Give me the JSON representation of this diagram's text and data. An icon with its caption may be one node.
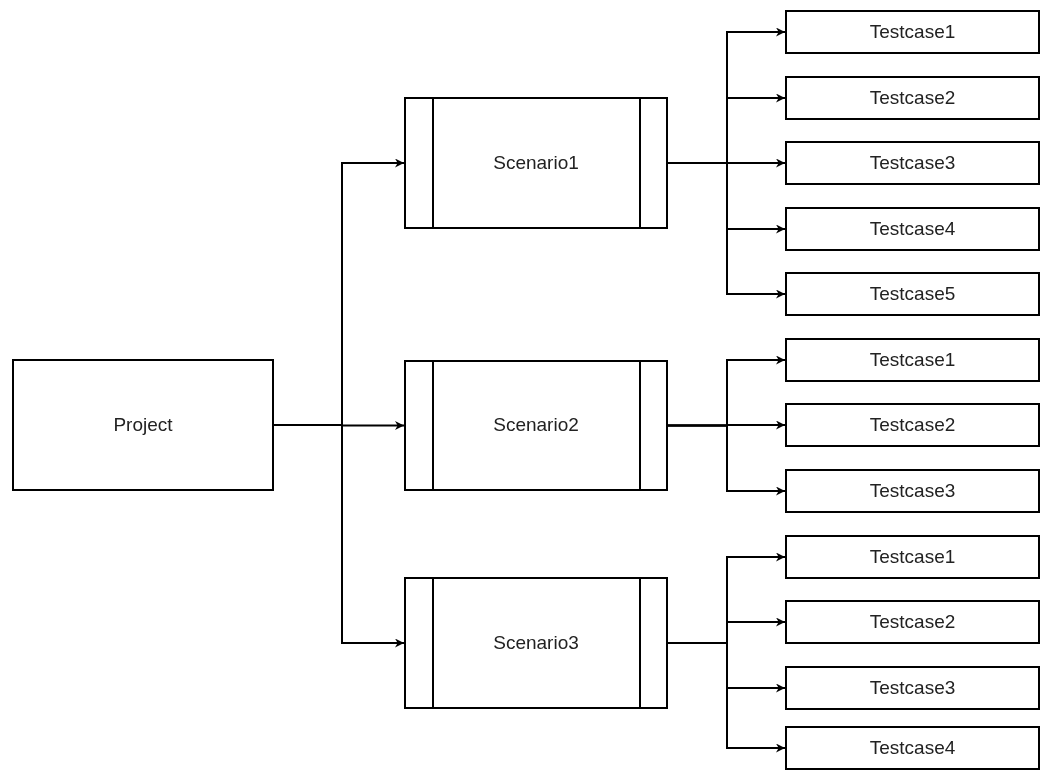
{
  "diagram": {
    "nodes": [
      {
        "text": [
          "Project"
        ]
      },
      {
        "text": [
          "Scenario1"
        ]
      },
      {
        "text": [
          "Testcase1"
        ]
      },
      {
        "text": [
          "Testcase2"
        ]
      },
      {
        "text": [
          "Testcase3"
        ]
      },
      {
        "text": [
          "Testcase4"
        ]
      },
      {
        "text": [
          "Testcase5"
        ]
      },
      {
        "text": [
          "Scenario2"
        ]
      },
      {
        "text": [
          "Testcase1"
        ]
      },
      {
        "text": [
          "Testcase2"
        ]
      },
      {
        "text": [
          "Testcase3"
        ]
      },
      {
        "text": [
          "Scenario3"
        ]
      },
      {
        "text": [
          "Testcase1"
        ]
      },
      {
        "text": [
          "Testcase2"
        ]
      },
      {
        "text": [
          "Testcase3"
        ]
      },
      {
        "text": [
          "Testcase4"
        ]
      }
    ],
    "edges": [
      {
        "from": 0,
        "to": 1,
        "arrow": "to"
      },
      {
        "from": 0,
        "to": 7,
        "arrow": "to"
      },
      {
        "from": 0,
        "to": 11,
        "arrow": "to"
      },
      {
        "from": 1,
        "to": 2,
        "arrow": "to"
      },
      {
        "from": 1,
        "to": 3,
        "arrow": "to"
      },
      {
        "from": 1,
        "to": 4,
        "arrow": "to"
      },
      {
        "from": 1,
        "to": 5,
        "arrow": "to"
      },
      {
        "from": 1,
        "to": 6,
        "arrow": "to"
      },
      {
        "from": 7,
        "to": 8,
        "arrow": "to"
      },
      {
        "from": 7,
        "to": 9,
        "arrow": "to"
      },
      {
        "from": 7,
        "to": 10,
        "arrow": "to"
      },
      {
        "from": 11,
        "to": 12,
        "arrow": "to"
      },
      {
        "from": 11,
        "to": 13,
        "arrow": "to"
      },
      {
        "from": 11,
        "to": 14,
        "arrow": "to"
      },
      {
        "from": 11,
        "to": 15,
        "arrow": "to"
      }
    ]
  }
}
